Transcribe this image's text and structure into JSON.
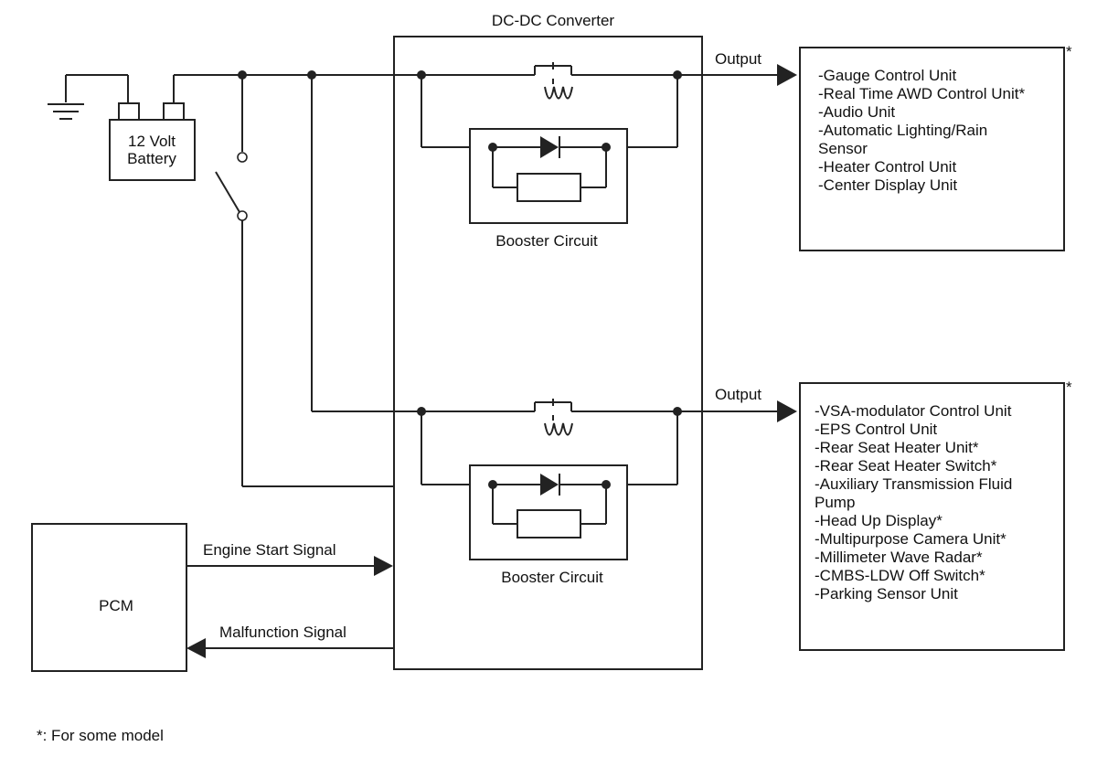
{
  "converter": {
    "title": "DC-DC Converter"
  },
  "battery": {
    "line1": "12 Volt",
    "line2": "Battery"
  },
  "booster": {
    "label": "Booster Circuit"
  },
  "outputs": {
    "label": "Output"
  },
  "pcm": {
    "label": "PCM"
  },
  "signals": {
    "engine_start": "Engine Start Signal",
    "malfunction": "Malfunction Signal"
  },
  "load_box_1": {
    "asterisk": "*",
    "items": [
      "-Gauge Control Unit",
      "-Real Time AWD Control Unit*",
      "-Audio Unit",
      "-Automatic Lighting/Rain",
      "Sensor",
      "-Heater Control Unit",
      "-Center Display Unit"
    ]
  },
  "load_box_2": {
    "asterisk": "*",
    "items": [
      "-VSA-modulator Control Unit",
      "-EPS Control Unit",
      "-Rear Seat Heater Unit*",
      "-Rear Seat Heater Switch*",
      "-Auxiliary Transmission Fluid",
      "Pump",
      "-Head Up Display*",
      "-Multipurpose Camera Unit*",
      "-Millimeter Wave Radar*",
      "-CMBS-LDW Off Switch*",
      "-Parking Sensor Unit"
    ]
  },
  "footnote": "*: For some model"
}
